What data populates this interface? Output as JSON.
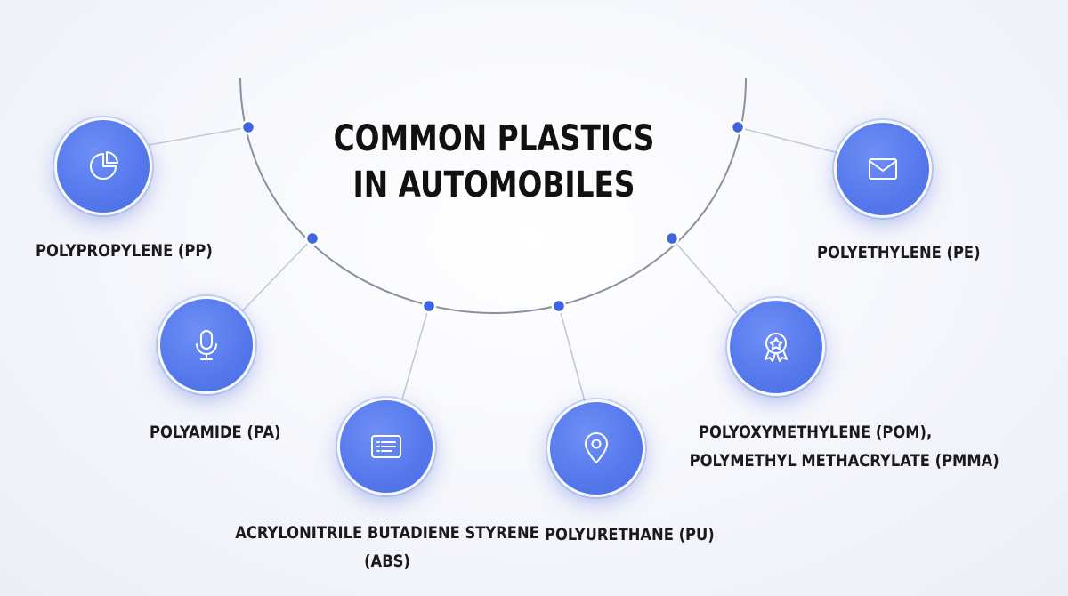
{
  "title": {
    "line1": "COMMON PLASTICS",
    "line2": "IN AUTOMOBILES"
  },
  "nodes": [
    {
      "label": "POLYPROPYLENE (PP)",
      "icon": "pie-chart-icon"
    },
    {
      "label": "POLYAMIDE (PA)",
      "icon": "microphone-icon"
    },
    {
      "label_line1": "ACRYLONITRILE BUTADIENE STYRENE",
      "label_line2": "(ABS)",
      "icon": "document-list-icon"
    },
    {
      "label": "POLYURETHANE (PU)",
      "icon": "location-pin-icon"
    },
    {
      "label_line1": "POLYOXYMETHYLENE (POM),",
      "label_line2": "POLYMETHYL METHACRYLATE (PMMA)",
      "icon": "award-badge-icon"
    },
    {
      "label": "POLYETHYLENE (PE)",
      "icon": "envelope-icon"
    }
  ],
  "colors": {
    "node_fill": "#5478ec",
    "connector": "#b5bccd",
    "arc": "#8a90a0",
    "dot": "#3f64e0",
    "text": "#111111"
  }
}
